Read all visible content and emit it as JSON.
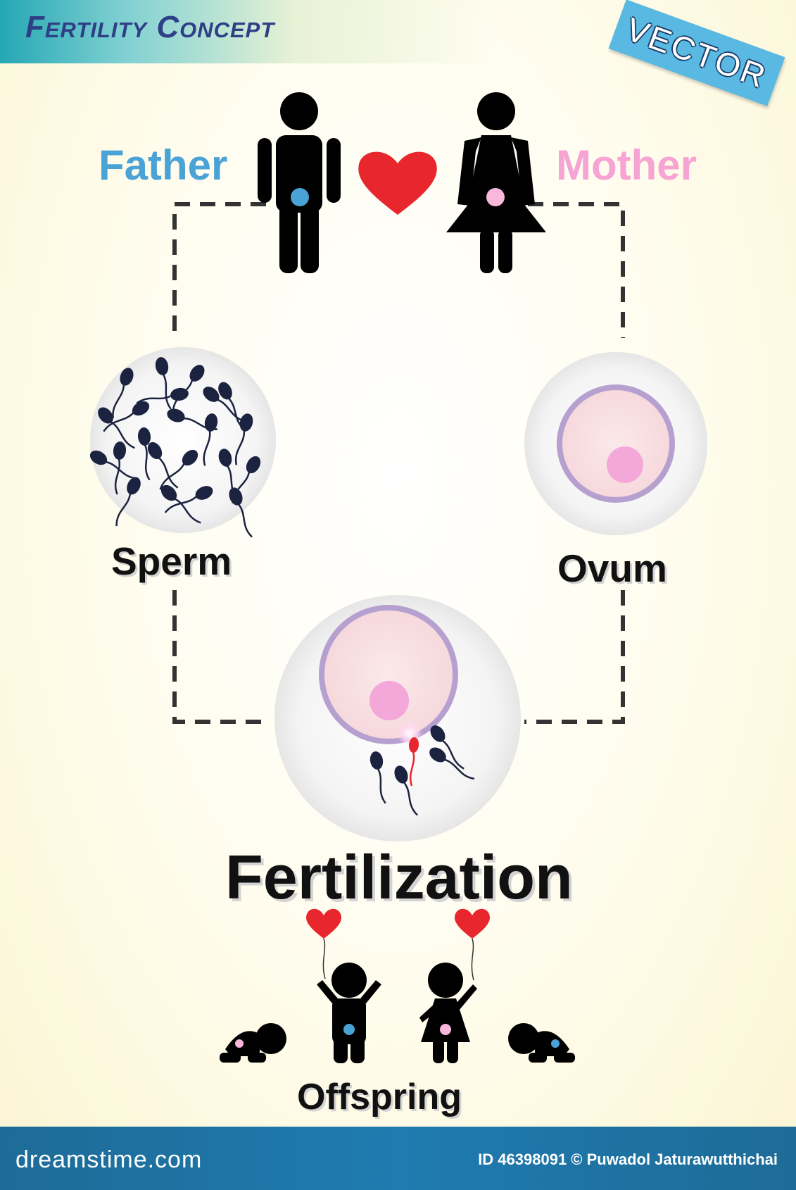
{
  "title": "Fertility Concept",
  "badge": "VECTOR",
  "labels": {
    "father": "Father",
    "mother": "Mother",
    "sperm": "Sperm",
    "ovum": "Ovum",
    "fertilization": "Fertilization",
    "offspring": "Offspring"
  },
  "footer": {
    "brand": "dreamstime.com",
    "id_text": "ID 46398091 © Puwadol Jaturawutthichai"
  },
  "colors": {
    "father": "#4aa3d6",
    "mother": "#f7a3d3",
    "heart": "#e8262d",
    "figure": "#000000",
    "sperm": "#1c2340",
    "ovum_membrane": "#b6a0d0",
    "ovum_cytoplasm": "#f8dfe3",
    "nucleus": "#f3a8d9"
  },
  "icons": [
    "man-icon",
    "woman-icon",
    "heart-icon",
    "sperm-icon",
    "ovum-icon",
    "fertilization-icon",
    "balloon-icon",
    "child-icon",
    "baby-icon"
  ]
}
